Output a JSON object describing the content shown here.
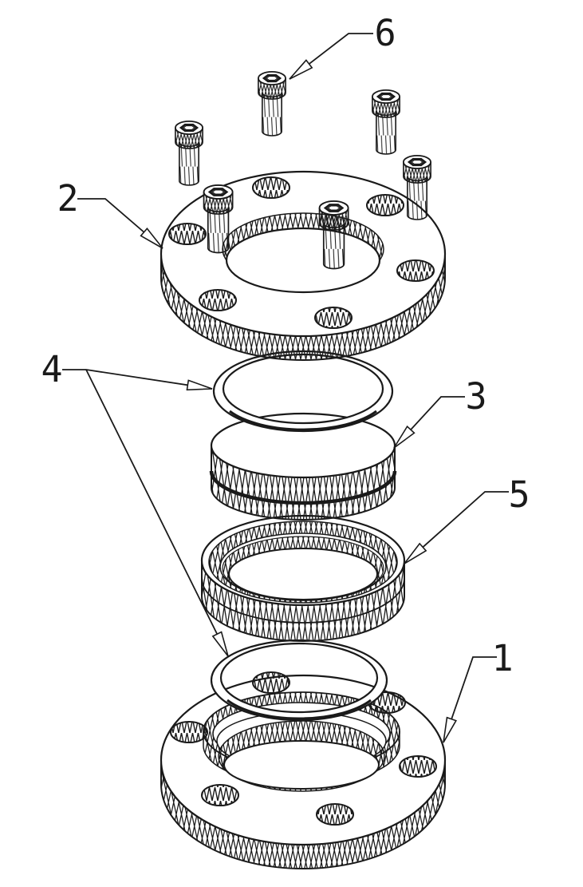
{
  "drawing": {
    "background": "#ffffff",
    "ink": "#1a1a1a",
    "labels": {
      "bottom_flange": "1",
      "top_flange": "2",
      "middle_disc": "3",
      "seal_rings": "4",
      "gear_ring": "5",
      "screws": "6"
    }
  }
}
